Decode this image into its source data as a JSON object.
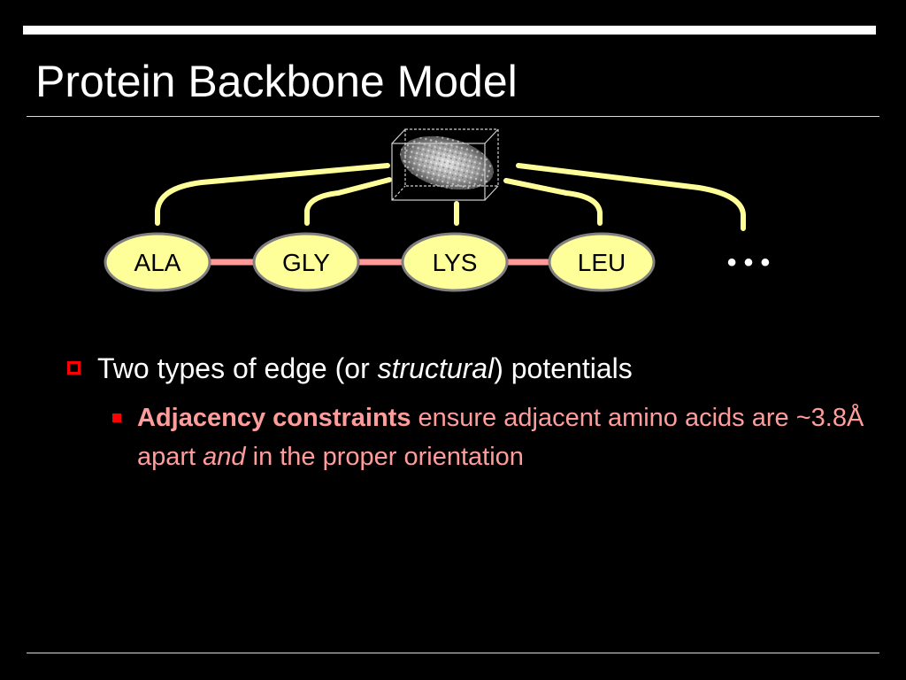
{
  "title": "Protein Backbone Model",
  "diagram": {
    "nodes": [
      "ALA",
      "GLY",
      "LYS",
      "LEU"
    ],
    "continuation": "• • •",
    "colors": {
      "node_fill": "#ffff99",
      "node_stroke": "#808080",
      "backbone_edge": "#ff9999",
      "structural_edge": "#ffff99"
    }
  },
  "bullets": {
    "level1": {
      "prefix": "Two types of edge (or ",
      "italic": "structural",
      "suffix": ") potentials"
    },
    "level2": {
      "bold": "Adjacency constraints",
      "text1": " ensure adjacent amino acids are ~3.8Å apart ",
      "italic": "and",
      "text2": " in the proper orientation"
    }
  }
}
